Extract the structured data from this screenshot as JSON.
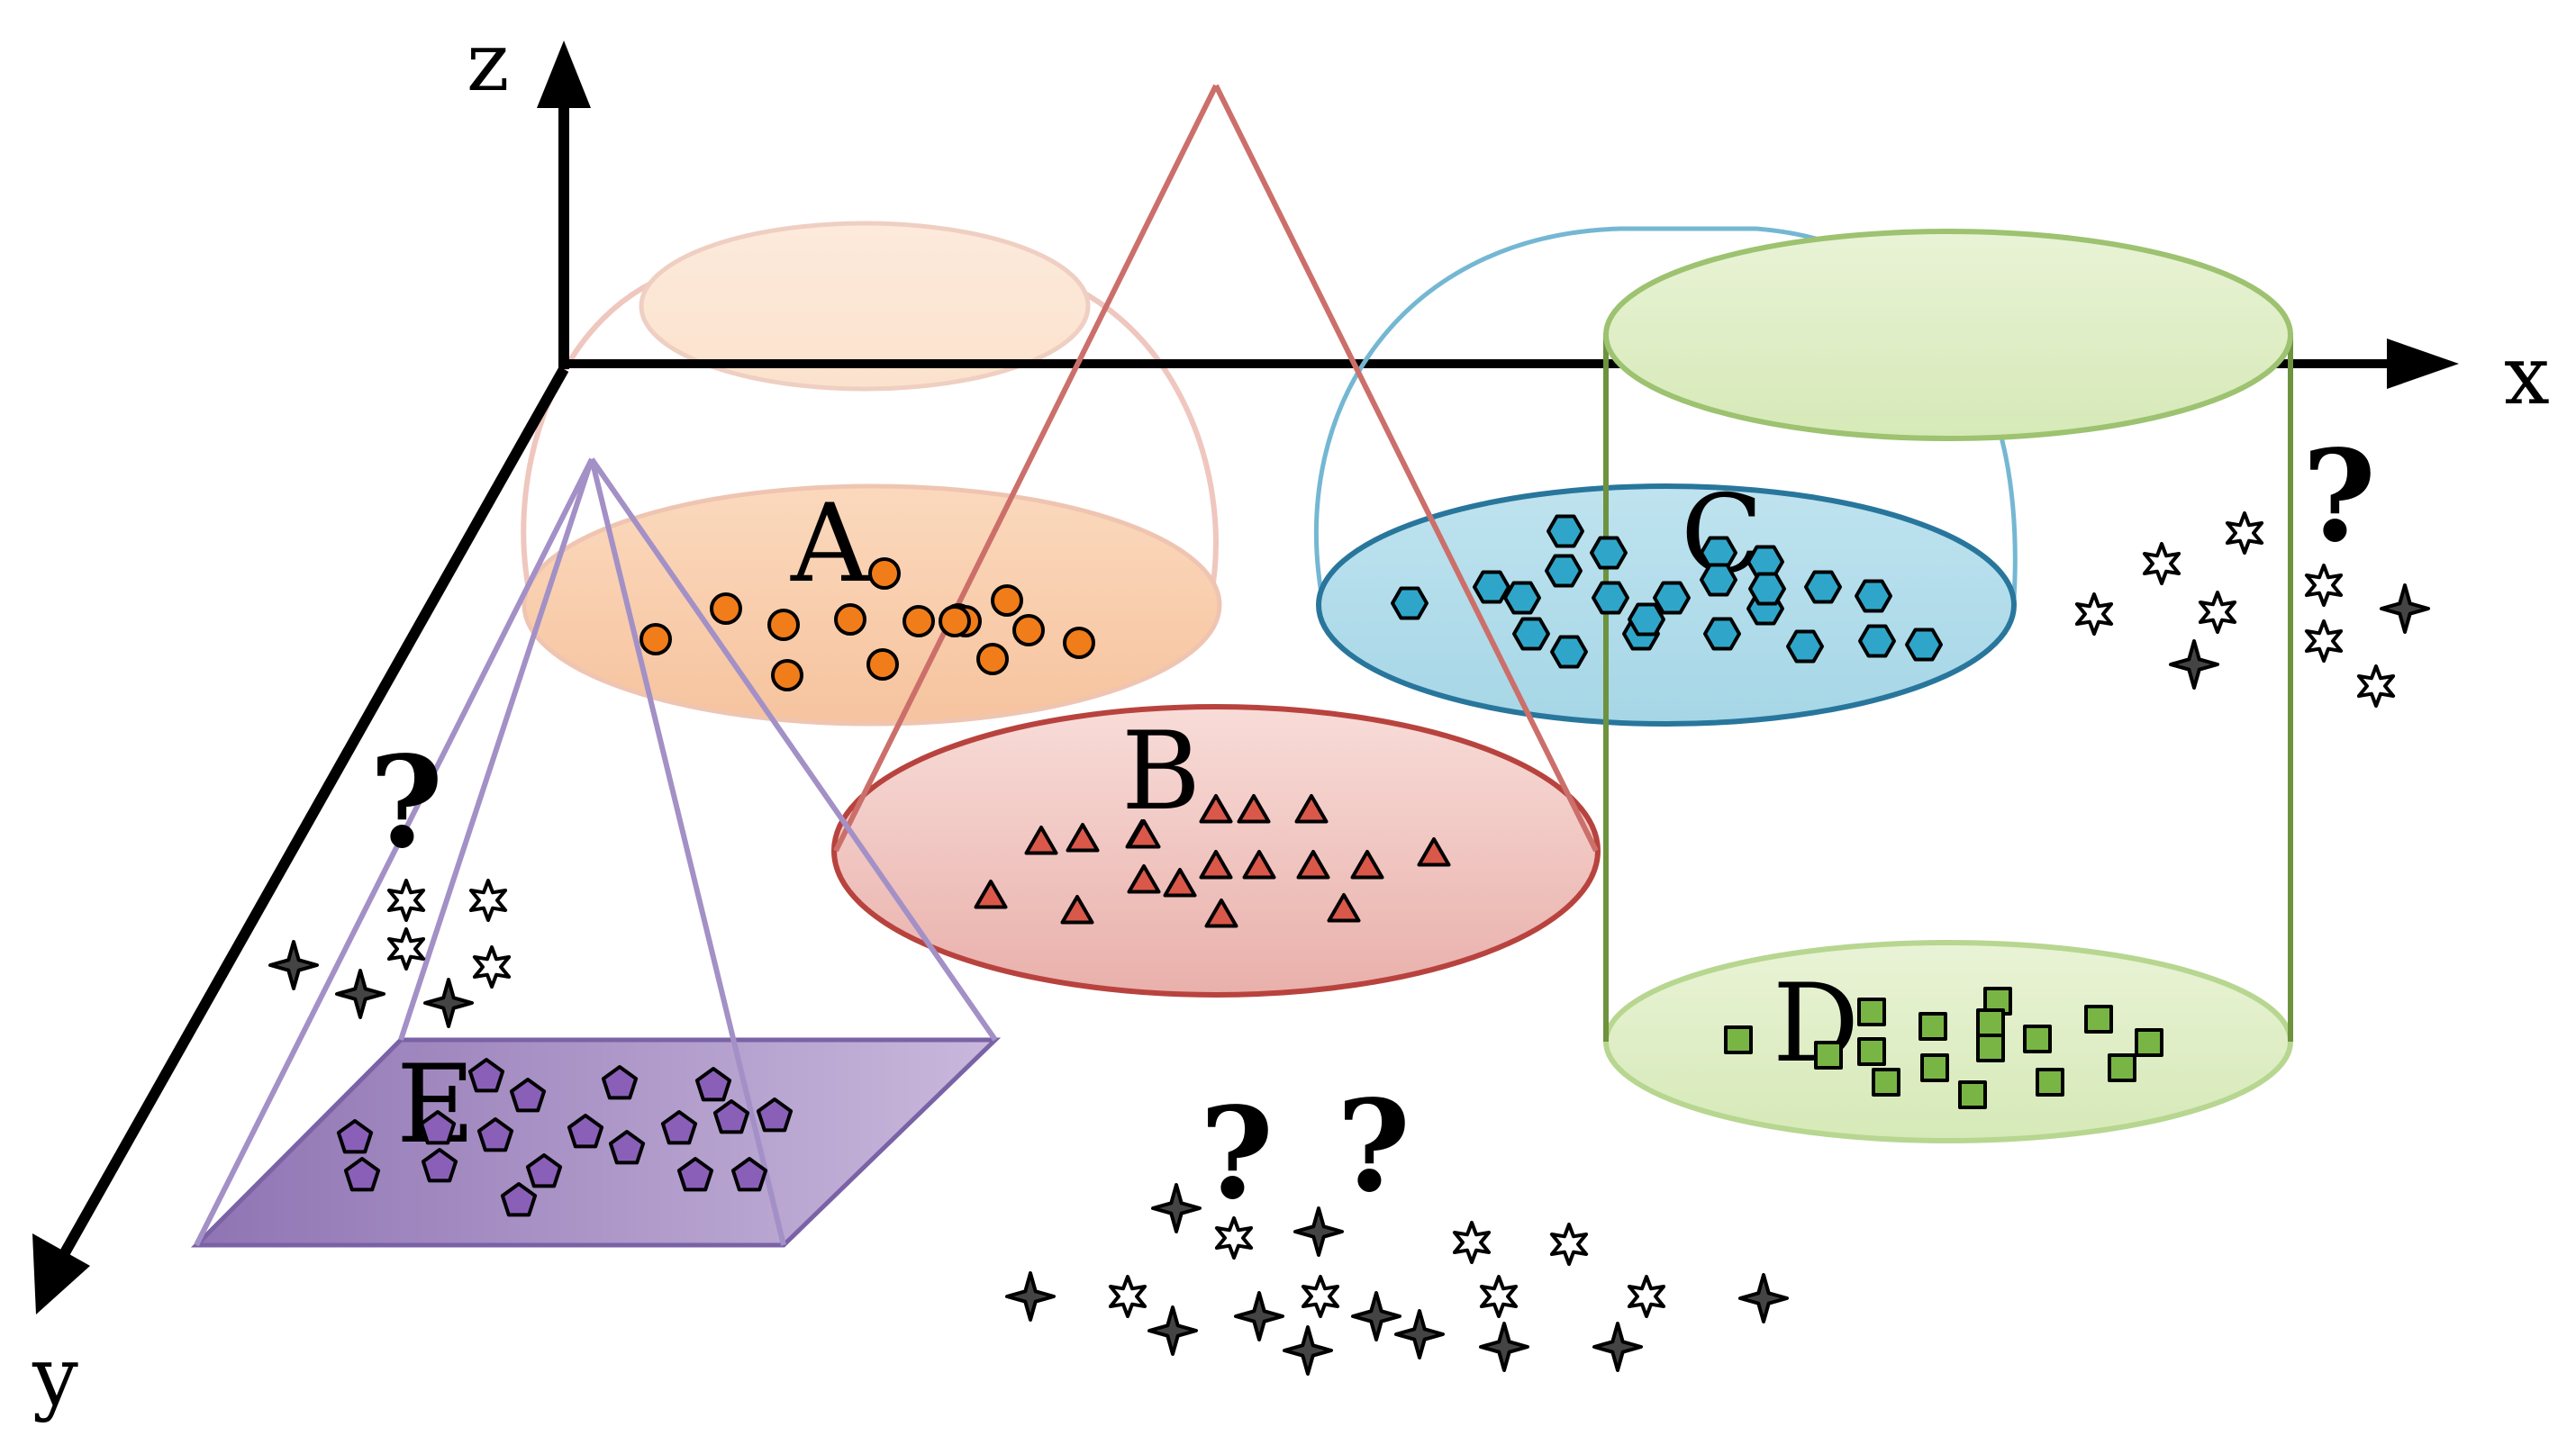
{
  "axes": {
    "x_label": "x",
    "y_label": "y",
    "z_label": "z"
  },
  "clusters": [
    {
      "id": "A",
      "label": "A",
      "shape": "circle",
      "fill": "#f07d1a",
      "count": 15
    },
    {
      "id": "B",
      "label": "B",
      "shape": "triangle",
      "fill": "#d9584a",
      "count": 18
    },
    {
      "id": "C",
      "label": "C",
      "shape": "hexagon",
      "fill": "#2fa6c9",
      "count": 23
    },
    {
      "id": "D",
      "label": "D",
      "shape": "square",
      "fill": "#79b544",
      "count": 16
    },
    {
      "id": "E",
      "label": "E",
      "shape": "pentagon",
      "fill": "#8a5fb8",
      "count": 18
    }
  ],
  "unknown_groups": [
    {
      "id": "left",
      "question_marks": [
        "?"
      ]
    },
    {
      "id": "right",
      "question_marks": [
        "?"
      ]
    },
    {
      "id": "bottom",
      "question_marks": [
        "?",
        "?"
      ]
    }
  ],
  "unknown_marker_colors": {
    "star": "#ffffff",
    "sparkle": "#444444"
  }
}
